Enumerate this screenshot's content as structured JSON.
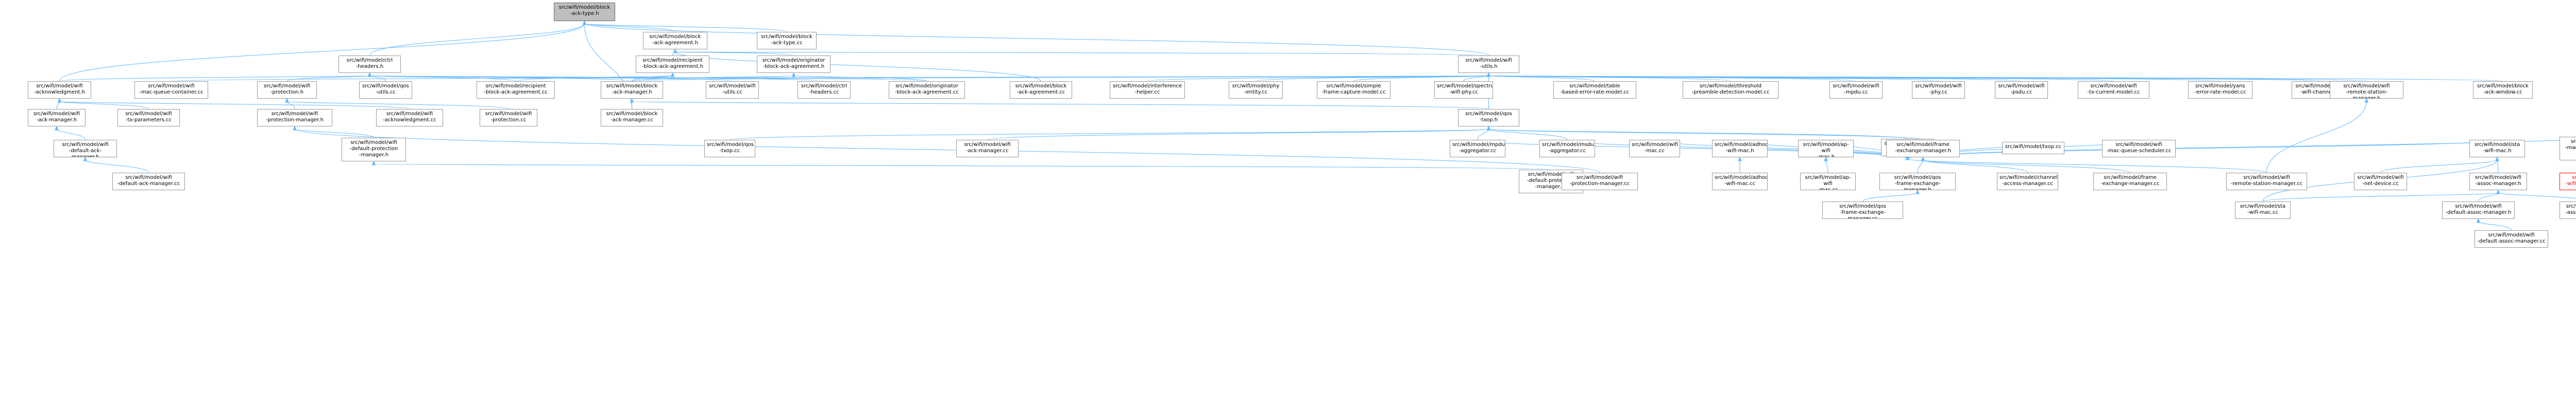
{
  "colors": {
    "edge": "#63b8ff",
    "node_border": "#999999",
    "root_fill": "#bfbfbf",
    "highlight": "#ff0000"
  },
  "nodes": [
    {
      "id": "root",
      "label": "src/wifi/model/block\n-ack-type.h",
      "kind": "root"
    },
    {
      "id": "agreement_h",
      "label": "src/wifi/model/block\n-ack-agreement.h",
      "kind": "normal"
    },
    {
      "id": "block_type_cc",
      "label": "src/wifi/model/block\n-ack-type.cc",
      "kind": "normal"
    },
    {
      "id": "ctrl_headers_h",
      "label": "src/wifi/model/ctrl\n-headers.h",
      "kind": "normal"
    },
    {
      "id": "recipient_h",
      "label": "src/wifi/model/recipient\n-block-ack-agreement.h",
      "kind": "normal"
    },
    {
      "id": "originator_h",
      "label": "src/wifi/model/originator\n-block-ack-agreement.h",
      "kind": "normal"
    },
    {
      "id": "utils_h",
      "label": "src/wifi/model/wifi\n-utils.h",
      "kind": "normal"
    },
    {
      "id": "ack_manager_h",
      "label": "src/wifi/model/wifi\n-acknowledgment.h",
      "kind": "normal"
    },
    {
      "id": "mac_queue_container_cc",
      "label": "src/wifi/model/wifi\n-mac-queue-container.cc",
      "kind": "normal"
    },
    {
      "id": "protection_h",
      "label": "src/wifi/model/wifi\n-protection.h",
      "kind": "normal"
    },
    {
      "id": "qos_utils_cc",
      "label": "src/wifi/model/qos\n-utils.cc",
      "kind": "normal"
    },
    {
      "id": "recipient_cc",
      "label": "src/wifi/model/recipient\n-block-ack-agreement.cc",
      "kind": "normal"
    },
    {
      "id": "block_ack_manager_h",
      "label": "src/wifi/model/block\n-ack-manager.h",
      "kind": "normal"
    },
    {
      "id": "utils_cc",
      "label": "src/wifi/model/wifi\n-utils.cc",
      "kind": "normal"
    },
    {
      "id": "ctrl_headers_cc",
      "label": "src/wifi/model/ctrl\n-headers.cc",
      "kind": "normal"
    },
    {
      "id": "originator_cc",
      "label": "src/wifi/model/originator\n-block-ack-agreement.cc",
      "kind": "normal"
    },
    {
      "id": "agreement_cc",
      "label": "src/wifi/model/block\n-ack-agreement.cc",
      "kind": "normal"
    },
    {
      "id": "interference_h",
      "label": "src/wifi/model/interference\n-helper.cc",
      "kind": "normal"
    },
    {
      "id": "phy_entity_cc",
      "label": "src/wifi/model/phy\n-entity.cc",
      "kind": "normal"
    },
    {
      "id": "simple_frame_cc",
      "label": "src/wifi/model/simple\n-frame-capture-model.cc",
      "kind": "normal"
    },
    {
      "id": "spectrum_cc",
      "label": "src/wifi/model/spectrum\n-wifi-phy.cc",
      "kind": "normal"
    },
    {
      "id": "table_err_cc",
      "label": "src/wifi/model/table\n-based-error-rate-model.cc",
      "kind": "normal"
    },
    {
      "id": "threshold_cc",
      "label": "src/wifi/model/threshold\n-preamble-detection-model.cc",
      "kind": "normal"
    },
    {
      "id": "mpdu_cc",
      "label": "src/wifi/model/wifi\n-mpdu.cc",
      "kind": "normal"
    },
    {
      "id": "phy_cc",
      "label": "src/wifi/model/wifi\n-phy.cc",
      "kind": "normal"
    },
    {
      "id": "psdu_cc",
      "label": "src/wifi/model/wifi\n-psdu.cc",
      "kind": "normal"
    },
    {
      "id": "tx_current_cc",
      "label": "src/wifi/model/wifi\n-tx-current-model.cc",
      "kind": "normal"
    },
    {
      "id": "yans_err_cc",
      "label": "src/wifi/model/yans\n-error-rate-model.cc",
      "kind": "normal"
    },
    {
      "id": "yans_chan_cc",
      "label": "src/wifi/model/yans\n-wifi-channel.cc",
      "kind": "normal"
    },
    {
      "id": "rsm_h",
      "label": "src/wifi/model/wifi\n-remote-station-manager.h",
      "kind": "normal"
    },
    {
      "id": "block_window_cc",
      "label": "src/wifi/model/block\n-ack-window.cc",
      "kind": "normal"
    },
    {
      "id": "acknowledgment_h2",
      "label": "src/wifi/model/wifi\n-acknowledgment.h",
      "kind": "normal"
    },
    {
      "id": "ack_manager_h2",
      "label": "src/wifi/model/wifi\n-ack-manager.h",
      "kind": "normal"
    },
    {
      "id": "tx_params_cc",
      "label": "src/wifi/model/wifi\n-tx-parameters.cc",
      "kind": "normal"
    },
    {
      "id": "protection_manager_h",
      "label": "src/wifi/model/wifi\n-protection-manager.h",
      "kind": "normal"
    },
    {
      "id": "acknowledgment_cc",
      "label": "src/wifi/model/wifi\n-acknowledgment.cc",
      "kind": "normal"
    },
    {
      "id": "protection_cc",
      "label": "src/wifi/model/wifi\n-protection.cc",
      "kind": "normal"
    },
    {
      "id": "block_ack_manager_cc",
      "label": "src/wifi/model/block\n-ack-manager.cc",
      "kind": "normal"
    },
    {
      "id": "qos_txop_h",
      "label": "src/wifi/model/qos\n-txop.h",
      "kind": "normal"
    },
    {
      "id": "wifi_mac_h",
      "label": "src/wifi/model/wifi\n-mac.h",
      "kind": "normal"
    },
    {
      "id": "default_ack_manager_h",
      "label": "src/wifi/model/wifi\n-default-ack-manager.h",
      "kind": "normal"
    },
    {
      "id": "default_protection_h",
      "label": "src/wifi/model/wifi\n-default-protection\n-manager.h",
      "kind": "normal"
    },
    {
      "id": "qos_txop_cc",
      "label": "src/wifi/model/qos\n-txop.cc",
      "kind": "normal"
    },
    {
      "id": "ack_manager_cc",
      "label": "src/wifi/model/wifi\n-ack-manager.cc",
      "kind": "normal"
    },
    {
      "id": "mpdu_agg_cc",
      "label": "src/wifi/model/mpdu\n-aggregator.cc",
      "kind": "normal"
    },
    {
      "id": "msdu_agg_cc",
      "label": "src/wifi/model/msdu\n-aggregator.cc",
      "kind": "normal"
    },
    {
      "id": "wifi_mac_cc",
      "label": "src/wifi/model/wifi\n-mac.cc",
      "kind": "normal"
    },
    {
      "id": "adhoc_h",
      "label": "src/wifi/model/adhoc\n-wifi-mac.h",
      "kind": "normal"
    },
    {
      "id": "ap_h",
      "label": "src/wifi/model/ap-wifi\n-mac.h",
      "kind": "normal"
    },
    {
      "id": "frame_exch_h",
      "label": "src/wifi/model/frame\n-exchange-manager.h",
      "kind": "normal"
    },
    {
      "id": "txop_cc",
      "label": "src/wifi/model/txop.cc",
      "kind": "normal"
    },
    {
      "id": "mac_queue_sched_cc",
      "label": "src/wifi/model/wifi\n-mac-queue-scheduler.cc",
      "kind": "normal"
    },
    {
      "id": "sta_h",
      "label": "src/wifi/model/sta\n-wifi-mac.h",
      "kind": "normal"
    },
    {
      "id": "mac_queue_sched_impl_h",
      "label": "src/wifi/model/wifi\n-mac-queue-scheduler\n-impl.h",
      "kind": "normal"
    },
    {
      "id": "default_ack_manager_cc",
      "label": "src/wifi/model/wifi\n-default-ack-manager.cc",
      "kind": "normal"
    },
    {
      "id": "default_protection_cc",
      "label": "src/wifi/model/wifi\n-default-protection\n-manager.cc",
      "kind": "normal"
    },
    {
      "id": "protection_manager_cc",
      "label": "src/wifi/model/wifi\n-protection-manager.cc",
      "kind": "normal"
    },
    {
      "id": "adhoc_cc",
      "label": "src/wifi/model/adhoc\n-wifi-mac.cc",
      "kind": "normal"
    },
    {
      "id": "ap_cc",
      "label": "src/wifi/model/ap-wifi\n-mac.cc",
      "kind": "normal"
    },
    {
      "id": "qos_frame_exch_h",
      "label": "src/wifi/model/qos\n-frame-exchange-manager.h",
      "kind": "normal"
    },
    {
      "id": "channel_access_cc",
      "label": "src/wifi/model/channel\n-access-manager.cc",
      "kind": "normal"
    },
    {
      "id": "frame_exch_cc",
      "label": "src/wifi/model/frame\n-exchange-manager.cc",
      "kind": "normal"
    },
    {
      "id": "rsm_cc",
      "label": "src/wifi/model/wifi\n-remote-station-manager.cc",
      "kind": "normal"
    },
    {
      "id": "net_device_cc",
      "label": "src/wifi/model/wifi\n-net-device.cc",
      "kind": "normal"
    },
    {
      "id": "assoc_manager_h",
      "label": "src/wifi/model/wifi\n-assoc-manager.h",
      "kind": "normal"
    },
    {
      "id": "fcfs_h",
      "label": "src/wifi/model/fcfs\n-wifi-queue-scheduler.h",
      "kind": "red"
    },
    {
      "id": "qos_frame_exch_cc",
      "label": "src/wifi/model/qos\n-frame-exchange-manager.cc",
      "kind": "normal"
    },
    {
      "id": "sta_cc",
      "label": "src/wifi/model/sta\n-wifi-mac.cc",
      "kind": "normal"
    },
    {
      "id": "default_assoc_h",
      "label": "src/wifi/model/wifi\n-default-assoc-manager.h",
      "kind": "normal"
    },
    {
      "id": "assoc_manager_cc",
      "label": "src/wifi/model/wifi\n-assoc-manager.cc",
      "kind": "normal"
    },
    {
      "id": "default_assoc_cc",
      "label": "src/wifi/model/wifi\n-default-assoc-manager.cc",
      "kind": "normal"
    }
  ]
}
